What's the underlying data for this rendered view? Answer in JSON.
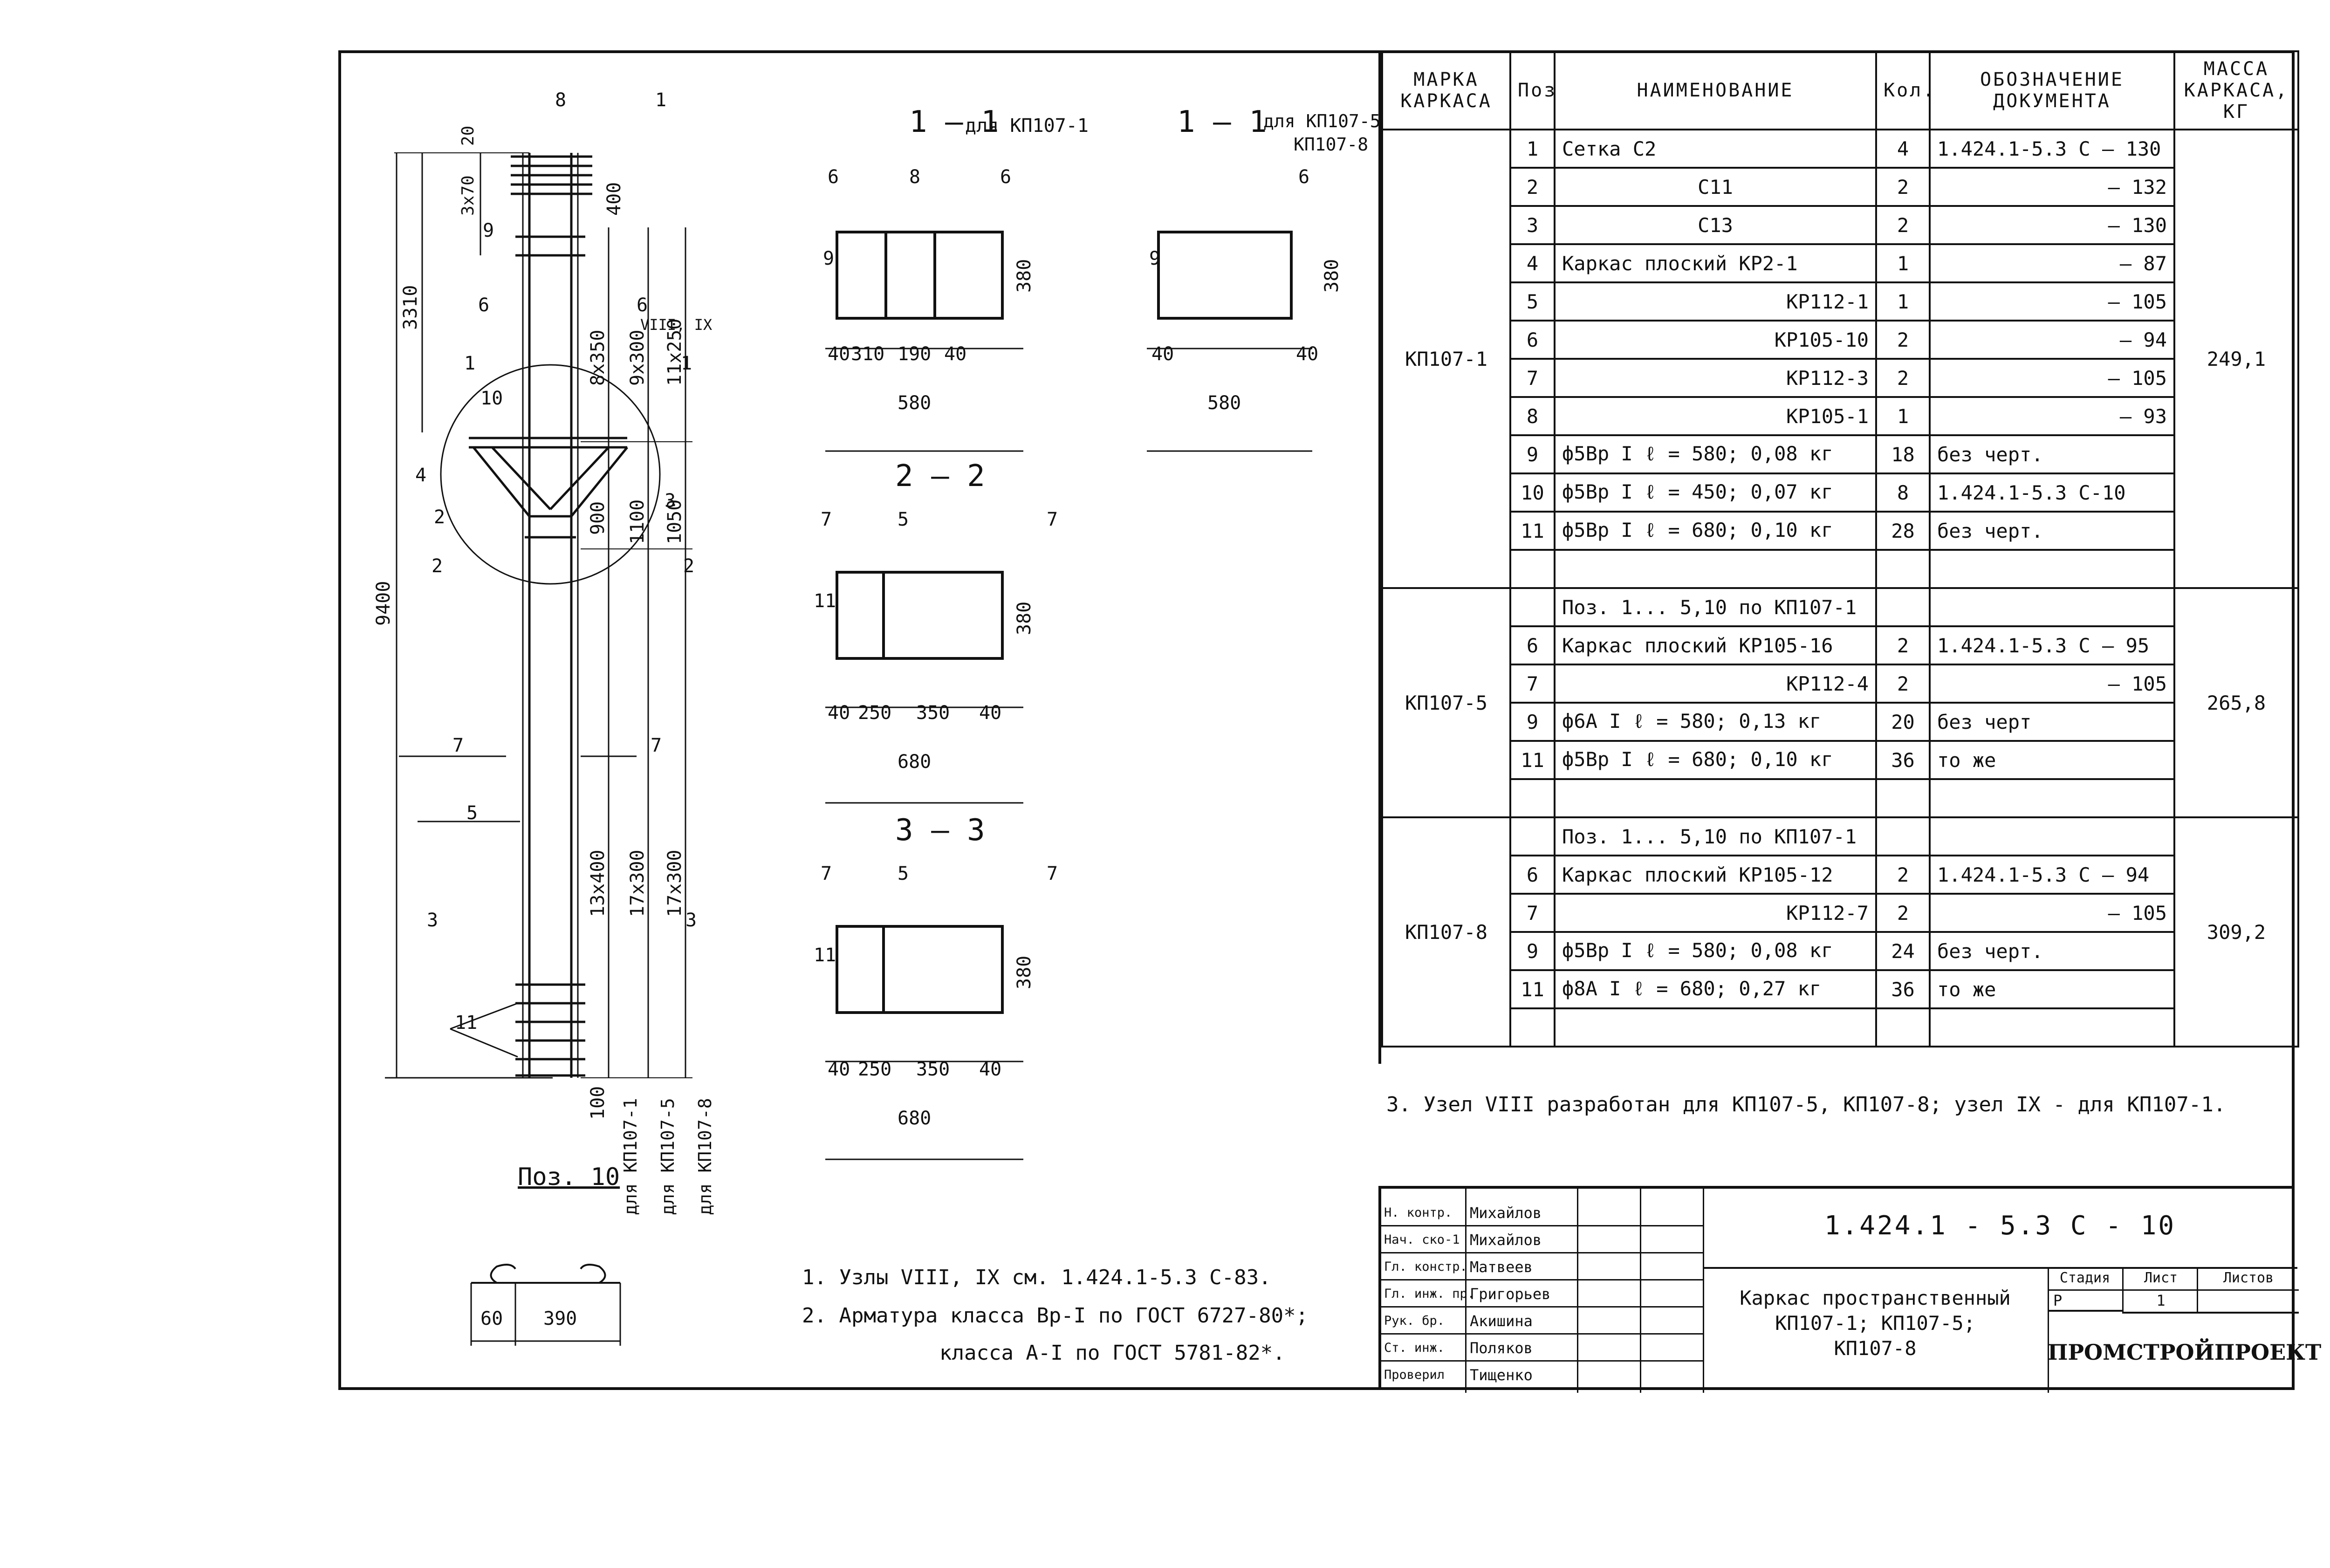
{
  "drawing": {
    "sections": {
      "s11a_title": "1 – 1",
      "s11a_for": "для КП107-1",
      "s11b_title": "1 – 1",
      "s11b_for_1": "для КП107-5,",
      "s11b_for_2": "КП107-8",
      "s22_title": "2 – 2",
      "s33_title": "3 – 3"
    },
    "column_dims": {
      "d20": "20",
      "d3x70": "3х70",
      "d400": "400",
      "d3310": "3310",
      "d9400": "9400",
      "d8x350": "8х350",
      "d9x300": "9х300",
      "d11x250": "11х250",
      "d900": "900",
      "d1100": "1100",
      "d1050": "1050",
      "d13x400": "13х400",
      "d17x300a": "17х300",
      "d17x300b": "17х300",
      "d100": "100"
    },
    "column_labels": {
      "l8": "8",
      "l1": "1",
      "l9": "9",
      "l6a": "6",
      "l6b": "6",
      "node": "VIII, IX",
      "l1sec": "1",
      "l1sec_r": "1",
      "l10": "10",
      "l4": "4",
      "l2": "2",
      "l3": "3",
      "l2sec": "2",
      "l2sec_r": "2",
      "l7a": "7",
      "l7b": "7",
      "l5": "5",
      "l3sec": "3",
      "l3sec_r": "3",
      "l11": "11"
    },
    "bottom_labels": {
      "kp1": "для КП107-1",
      "kp5": "для КП107-5",
      "kp8": "для КП107-8"
    },
    "s11a_labels": {
      "p6a": "6",
      "p8": "8",
      "p6b": "6",
      "p9": "9",
      "d380": "380",
      "d40a": "40",
      "d310": "310",
      "d190": "190",
      "d40b": "40",
      "d580": "580"
    },
    "s11b_labels": {
      "p6": "6",
      "p9": "9",
      "d380": "380",
      "d40a": "40",
      "d40b": "40",
      "d580": "580"
    },
    "s22_labels": {
      "p7a": "7",
      "p5": "5",
      "p7b": "7",
      "p11": "11",
      "d380": "380",
      "d40a": "40",
      "d250": "250",
      "d350": "350",
      "d40b": "40",
      "d680": "680"
    },
    "s33_labels": {
      "p7a": "7",
      "p5": "5",
      "p7b": "7",
      "p11": "11",
      "d380": "380",
      "d40a": "40",
      "d250": "250",
      "d350": "350",
      "d40b": "40",
      "d680": "680"
    },
    "pos10": {
      "title": "Поз. 10",
      "d60": "60",
      "d390": "390"
    },
    "notes": {
      "n1": "1. Узлы VIII, IX см. 1.424.1-5.3 С-83.",
      "n2a": "2. Арматура класса Вр-I по ГОСТ 6727-80*;",
      "n2b": "класса А-I по ГОСТ 5781-82*."
    }
  },
  "spec": {
    "headers": {
      "mark": "МАРКА КАРКАСА",
      "pos": "Поз.",
      "name": "НАИМЕНОВАНИЕ",
      "qty": "Кол.",
      "doc": "ОБОЗНАЧЕНИЕ ДОКУМЕНТА",
      "mass": "МАССА КАРКАСА, КГ"
    },
    "groups": [
      {
        "mark": "КП107-1",
        "mass": "249,1",
        "rows": [
          {
            "pos": "1",
            "name": "Сетка С2",
            "align": "left",
            "qty": "4",
            "doc": "1.424.1-5.3 С – 130"
          },
          {
            "pos": "2",
            "name": "С11",
            "align": "center",
            "qty": "2",
            "doc": "– 132"
          },
          {
            "pos": "3",
            "name": "С13",
            "align": "center",
            "qty": "2",
            "doc": "– 130"
          },
          {
            "pos": "4",
            "name": "Каркас плоский КР2-1",
            "align": "left",
            "qty": "1",
            "doc": "– 87"
          },
          {
            "pos": "5",
            "name": "КР112-1",
            "align": "right",
            "qty": "1",
            "doc": "– 105"
          },
          {
            "pos": "6",
            "name": "КР105-10",
            "align": "right",
            "qty": "2",
            "doc": "– 94"
          },
          {
            "pos": "7",
            "name": "КР112-3",
            "align": "right",
            "qty": "2",
            "doc": "– 105"
          },
          {
            "pos": "8",
            "name": "КР105-1",
            "align": "right",
            "qty": "1",
            "doc": "– 93"
          },
          {
            "pos": "9",
            "name": "ф5Вр I  ℓ = 580; 0,08 кг",
            "align": "left",
            "qty": "18",
            "doc": "без черт."
          },
          {
            "pos": "10",
            "name": "ф5Вр I  ℓ = 450; 0,07 кг",
            "align": "left",
            "qty": "8",
            "doc": "1.424.1-5.3 С-10"
          },
          {
            "pos": "11",
            "name": "ф5Вр I  ℓ = 680; 0,10 кг",
            "align": "left",
            "qty": "28",
            "doc": "без черт."
          },
          {
            "pos": "",
            "name": "",
            "align": "left",
            "qty": "",
            "doc": ""
          }
        ]
      },
      {
        "mark": "КП107-5",
        "mass": "265,8",
        "rows": [
          {
            "pos": "",
            "name": "Поз. 1... 5,10 по КП107-1",
            "align": "left",
            "qty": "",
            "doc": ""
          },
          {
            "pos": "6",
            "name": "Каркас плоский КР105-16",
            "align": "left",
            "qty": "2",
            "doc": "1.424.1-5.3 С – 95"
          },
          {
            "pos": "7",
            "name": "КР112-4",
            "align": "right",
            "qty": "2",
            "doc": "– 105"
          },
          {
            "pos": "9",
            "name": "ф6А I  ℓ = 580; 0,13 кг",
            "align": "left",
            "qty": "20",
            "doc": "без черт"
          },
          {
            "pos": "11",
            "name": "ф5Вр I  ℓ = 680; 0,10 кг",
            "align": "left",
            "qty": "36",
            "doc": "то же"
          },
          {
            "pos": "",
            "name": "",
            "align": "left",
            "qty": "",
            "doc": ""
          }
        ]
      },
      {
        "mark": "КП107-8",
        "mass": "309,2",
        "rows": [
          {
            "pos": "",
            "name": "Поз. 1... 5,10 по КП107-1",
            "align": "left",
            "qty": "",
            "doc": ""
          },
          {
            "pos": "6",
            "name": "Каркас плоский КР105-12",
            "align": "left",
            "qty": "2",
            "doc": "1.424.1-5.3 С – 94"
          },
          {
            "pos": "7",
            "name": "КР112-7",
            "align": "right",
            "qty": "2",
            "doc": "– 105"
          },
          {
            "pos": "9",
            "name": "ф5Вр I  ℓ = 580; 0,08 кг",
            "align": "left",
            "qty": "24",
            "doc": "без черт."
          },
          {
            "pos": "11",
            "name": "ф8А I  ℓ = 680; 0,27 кг",
            "align": "left",
            "qty": "36",
            "doc": "то же"
          },
          {
            "pos": "",
            "name": "",
            "align": "left",
            "qty": "",
            "doc": ""
          }
        ]
      }
    ]
  },
  "note3": "3. Узел VIII разработан для КП107-5, КП107-8; узел IX - для КП107-1.",
  "stamp": {
    "doc_number": "1.424.1 - 5.3 С - 10",
    "title_lines": [
      "Каркас пространственный",
      "КП107-1; КП107-5;",
      "КП107-8"
    ],
    "stage_label": "Стадия",
    "sheet_label": "Лист",
    "sheets_label": "Листов",
    "stage": "Р",
    "sheet": "1",
    "sheets": "",
    "org": "ПРОМСТРОЙПРОЕКТ",
    "people": [
      {
        "role": "Н. контр.",
        "name": "Михайлов"
      },
      {
        "role": "Нач. ско-1",
        "name": "Михайлов"
      },
      {
        "role": "Гл. констр.",
        "name": "Матвеев"
      },
      {
        "role": "Гл. инж. пр.",
        "name": "Григорьев"
      },
      {
        "role": "Рук. бр.",
        "name": "Акишина"
      },
      {
        "role": "Ст. инж.",
        "name": "Поляков"
      },
      {
        "role": "Проверил",
        "name": "Тищенко"
      }
    ]
  }
}
